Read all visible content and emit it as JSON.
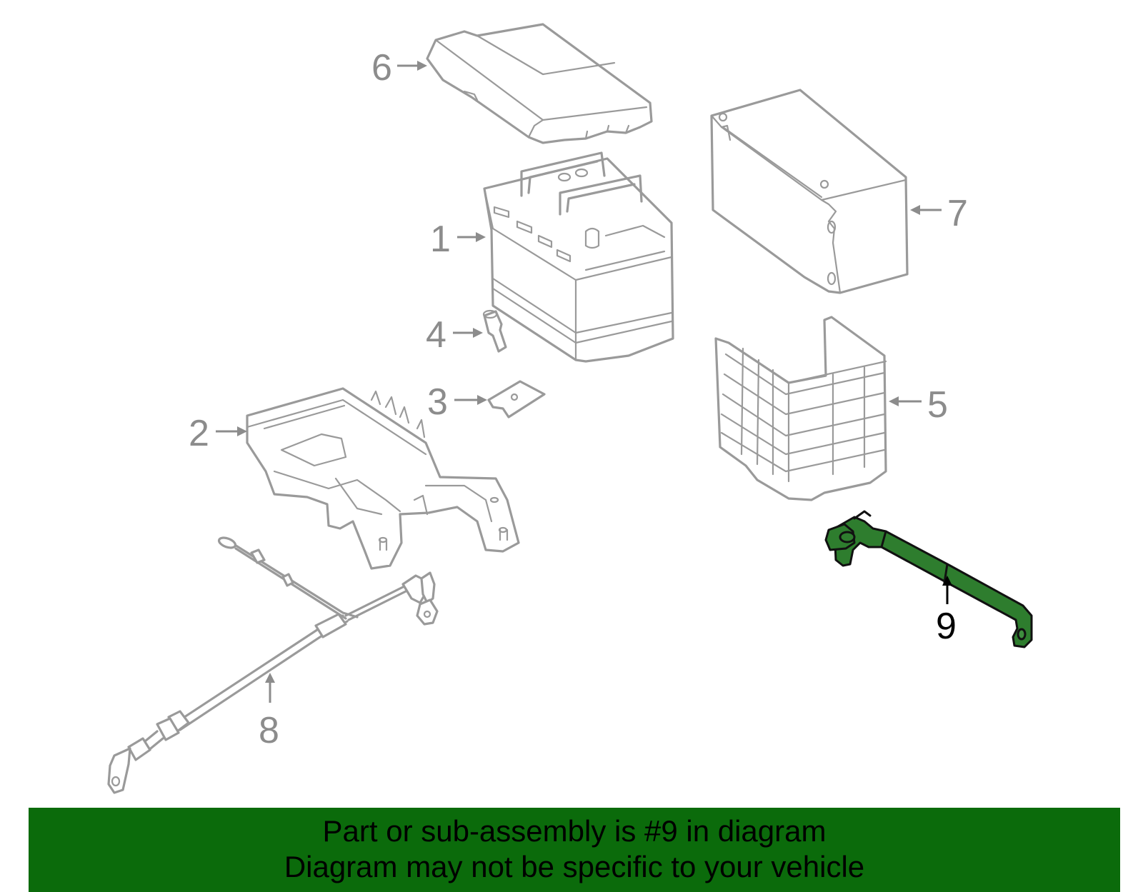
{
  "diagram": {
    "callouts": [
      {
        "id": "1",
        "label": "1"
      },
      {
        "id": "2",
        "label": "2"
      },
      {
        "id": "3",
        "label": "3"
      },
      {
        "id": "4",
        "label": "4"
      },
      {
        "id": "5",
        "label": "5"
      },
      {
        "id": "6",
        "label": "6"
      },
      {
        "id": "7",
        "label": "7"
      },
      {
        "id": "8",
        "label": "8"
      },
      {
        "id": "9",
        "label": "9"
      }
    ],
    "highlighted_part": "9"
  },
  "banner": {
    "line1": "Part or sub-assembly is #9 in diagram",
    "line2": "Diagram may not be specific to your vehicle"
  },
  "colors": {
    "banner_bg": "#0b6b0b",
    "highlight": "#1f6b1f",
    "part_stroke": "#9a9a9a",
    "callout": "#8c8c8c"
  }
}
